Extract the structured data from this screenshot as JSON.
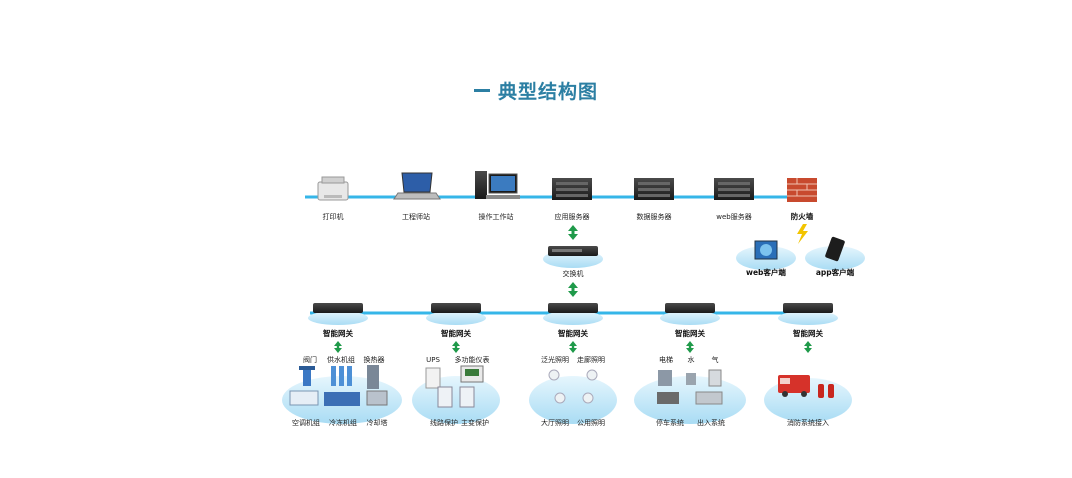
{
  "title": "典型结构图",
  "colors": {
    "accent": "#2c7fa3",
    "bus": "#35b6e8",
    "arrow": "#1f9a4a",
    "disc": "#bfe6f8",
    "device": "#2a2a2a"
  },
  "top_row": [
    "打印机",
    "工程师站",
    "操作工作站",
    "应用服务器",
    "数据服务器",
    "web服务器",
    "防火墙"
  ],
  "switch_label": "交换机",
  "clients": [
    "web客户端",
    "app客户端"
  ],
  "gateway_label": "智能网关",
  "groups": [
    {
      "top_labels": [
        "阀门",
        "供水机组",
        "换热器"
      ],
      "bottom_labels": [
        "空调机组",
        "冷冻机组",
        "冷却塔"
      ]
    },
    {
      "top_labels": [
        "UPS",
        "多功能仪表"
      ],
      "bottom_labels": [
        "线路保护",
        "主变保护"
      ]
    },
    {
      "top_labels": [
        "泛光照明",
        "走廊照明"
      ],
      "bottom_labels": [
        "大厅照明",
        "公用照明"
      ]
    },
    {
      "top_labels": [
        "电梯",
        "水",
        "气"
      ],
      "bottom_labels": [
        "停车系统",
        "出入系统"
      ]
    },
    {
      "top_labels": [],
      "bottom_labels": [
        "消防系统接入"
      ]
    }
  ]
}
